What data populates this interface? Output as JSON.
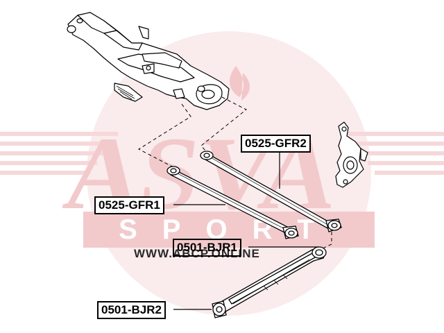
{
  "watermark": {
    "brand": "ASVA",
    "tagline": "SPORT",
    "website": "WWW.ABCP.ONLINE",
    "color": "#e8a0a4"
  },
  "part_labels": [
    "0525-GFR2",
    "0525-GFR1",
    "0501-BJR1",
    "0501-BJR2"
  ],
  "colors": {
    "line": "#000000",
    "part_fill": "#ffffff"
  }
}
